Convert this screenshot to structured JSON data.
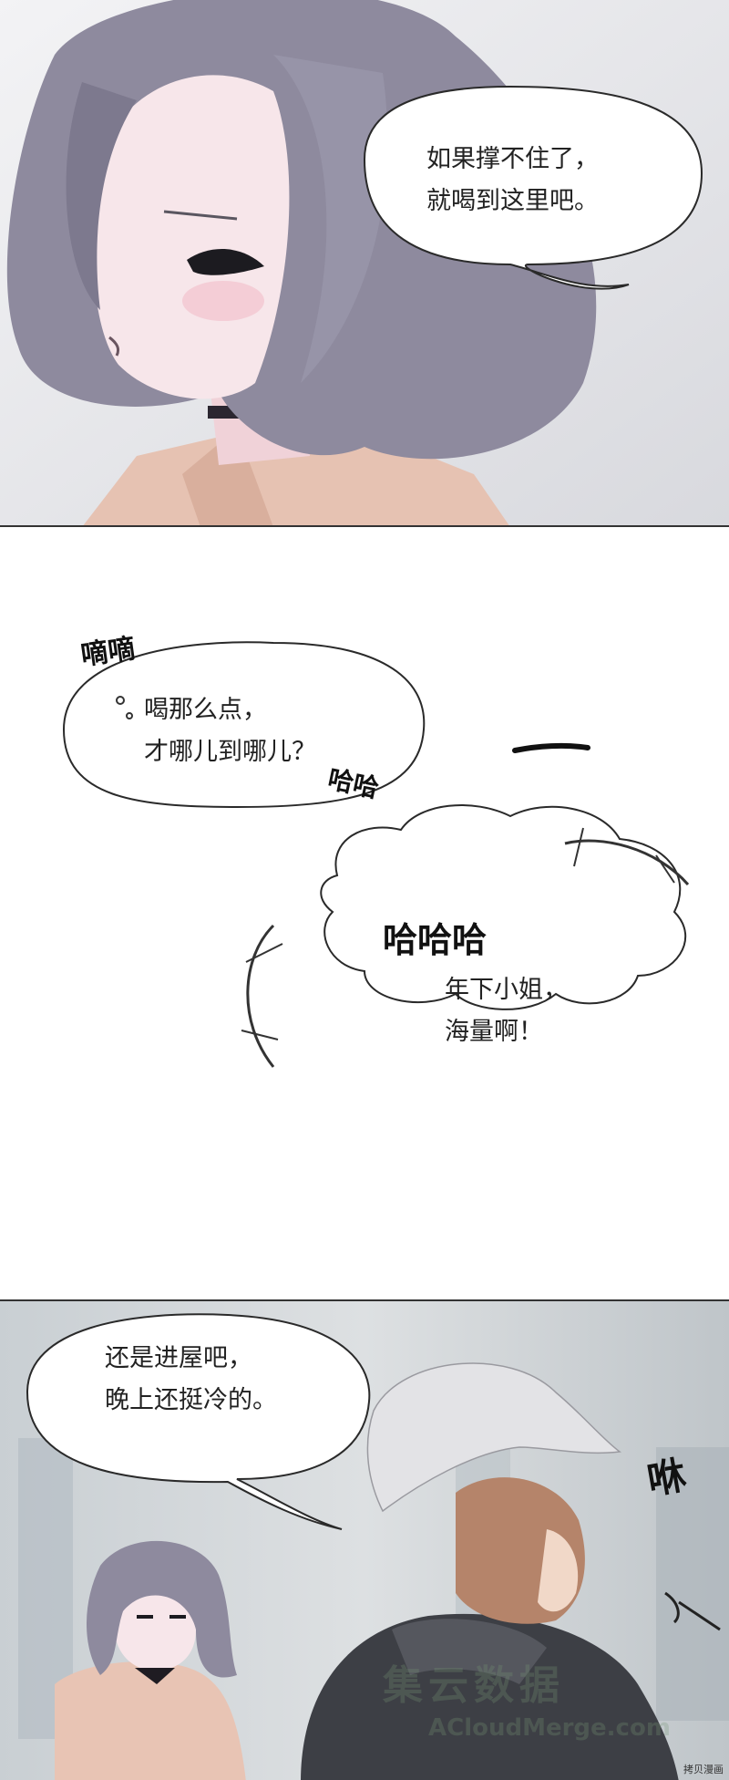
{
  "panel_top": {
    "bubble_lines": [
      "如果撑不住了，",
      "就喝到这里吧。"
    ]
  },
  "middle": {
    "sfx_whisper": "嘀嘀",
    "bubble_left_lines": [
      "喝那么点，",
      "才哪儿到哪儿？"
    ],
    "sfx_laugh_small": "哈哈",
    "sfx_laugh_big": "哈哈哈",
    "bubble_right_lines": [
      "年下小姐，",
      "海量啊！"
    ]
  },
  "panel_bottom": {
    "bubble_lines": [
      "还是进屋吧，",
      "晚上还挺冷的。"
    ],
    "sfx_zip": "咻"
  },
  "watermark": {
    "main": "集云数据",
    "sub": "ACloudMerge.com"
  },
  "credit": "拷贝漫画",
  "colors": {
    "hair": "#8e8a9e",
    "skin": "#f6e4e8",
    "jacket_dark": "#3d3f45",
    "cap": "#e3e3e6",
    "shirt": "#e8c4b4"
  }
}
